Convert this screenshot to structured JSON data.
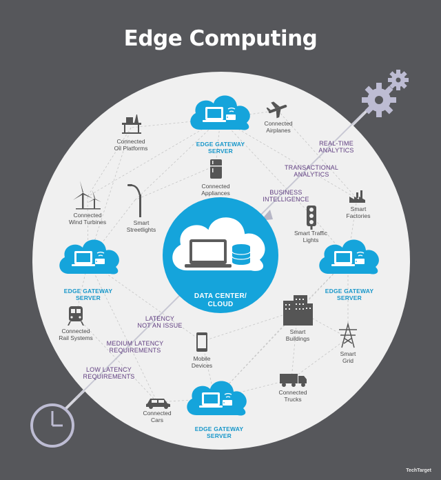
{
  "title": "Edge Computing",
  "center_label": "DATA CENTER/\nCLOUD",
  "gateway_label": "EDGE GATEWAY\nSERVER",
  "devices": {
    "oil_platforms": "Connected\nOil Platforms",
    "airplanes": "Connected\nAirplanes",
    "appliances": "Connected\nAppliances",
    "factories": "Smart\nFactories",
    "wind_turbines": "Connected\nWind Turbines",
    "streetlights": "Smart\nStreetlights",
    "traffic_lights": "Smart Traffic\nLights",
    "rail": "Connected\nRail Systems",
    "buildings": "Smart\nBuildings",
    "mobile": "Mobile\nDevices",
    "grid": "Smart\nGrid",
    "trucks": "Connected\nTrucks",
    "cars": "Connected\nCars"
  },
  "analytics": {
    "real_time": "REAL-TIME\nANALYTICS",
    "transactional": "TRANSACTIONAL\nANALYTICS",
    "business": "BUSINESS\nINTELLIGENCE"
  },
  "latency": {
    "none": "LATENCY\nNOT AN ISSUE",
    "medium": "MEDIUM LATENCY\nREQUIREMENTS",
    "low": "LOW LATENCY\nREQUIREMENTS"
  },
  "brand": "TechTarget",
  "colors": {
    "background": "#56575b",
    "circle": "#f0f0f0",
    "cloud": "#15a4db",
    "accent_text": "#1696c9",
    "analytics_text": "#5f3d80",
    "icon": "#555555",
    "clock": "#bdbcd3",
    "gear": "#bdbcd3"
  },
  "icons": [
    "gear-icon",
    "clock-icon",
    "airplane-icon",
    "oil-platform-icon",
    "refrigerator-icon",
    "factory-icon",
    "wind-turbine-icon",
    "streetlight-icon",
    "traffic-light-icon",
    "train-icon",
    "building-icon",
    "mobile-phone-icon",
    "power-grid-icon",
    "truck-icon",
    "car-icon",
    "laptop-icon",
    "server-icon",
    "wifi-icon"
  ]
}
